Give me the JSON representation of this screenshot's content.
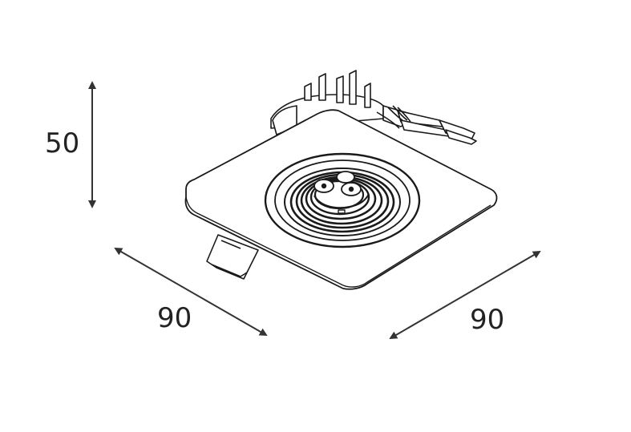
{
  "dimensions": {
    "height": "50",
    "width_left": "90",
    "width_right": "90"
  },
  "colors": {
    "line": "#1a1a1a",
    "dimension_arrow": "#333333",
    "fill": "#ffffff"
  }
}
